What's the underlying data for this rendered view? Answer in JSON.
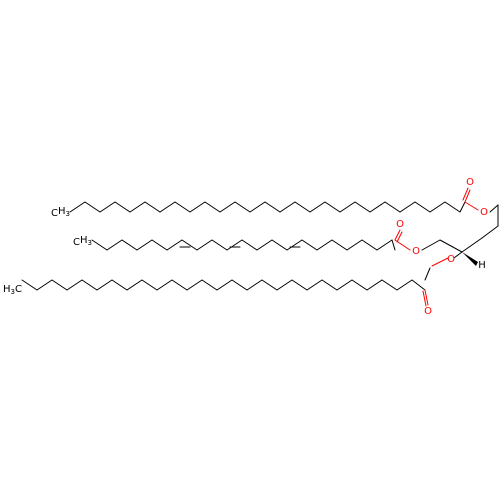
{
  "molecule": {
    "atom_labels": {
      "oxygen": "O",
      "hydrogen": "H",
      "carbon": "C",
      "hydrogen_subscript": "3"
    },
    "colors": {
      "bond": "#000000",
      "oxygen": "#ff0000",
      "text": "#000000"
    }
  }
}
